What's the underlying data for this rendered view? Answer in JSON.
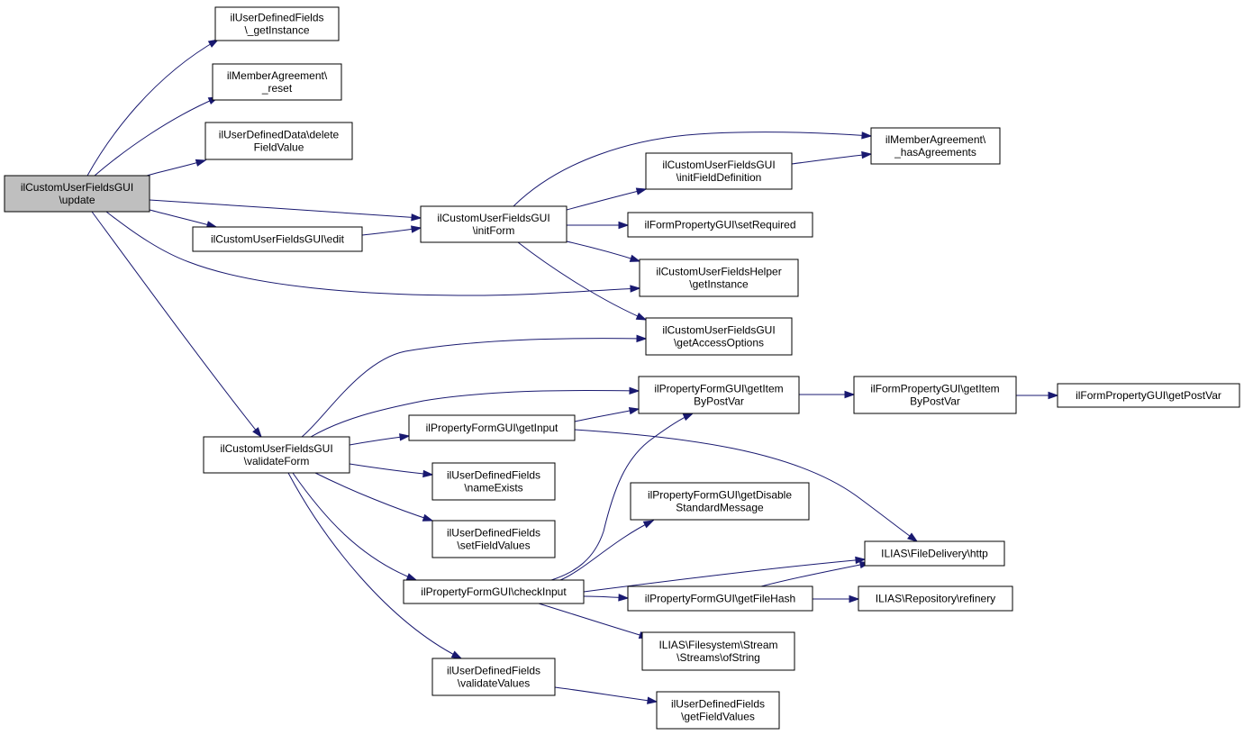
{
  "diagram": {
    "colors": {
      "edge": "#191970",
      "root_fill": "#bfbfbf",
      "node_fill": "#ffffff",
      "node_stroke": "#000000"
    },
    "nodes": {
      "update": {
        "lines": [
          "ilCustomUserFieldsGUI",
          "\\update"
        ],
        "root": true
      },
      "getInstanceUDF": {
        "lines": [
          "ilUserDefinedFields",
          "\\_getInstance"
        ]
      },
      "resetMA": {
        "lines": [
          "ilMemberAgreement\\",
          "_reset"
        ]
      },
      "deleteFieldValue": {
        "lines": [
          "ilUserDefinedData\\delete",
          "FieldValue"
        ]
      },
      "edit": {
        "lines": [
          "ilCustomUserFieldsGUI\\edit"
        ]
      },
      "initForm": {
        "lines": [
          "ilCustomUserFieldsGUI",
          "\\initForm"
        ]
      },
      "initFieldDef": {
        "lines": [
          "ilCustomUserFieldsGUI",
          "\\initFieldDefinition"
        ]
      },
      "hasAgreements": {
        "lines": [
          "ilMemberAgreement\\",
          "_hasAgreements"
        ]
      },
      "setRequired": {
        "lines": [
          "ilFormPropertyGUI\\setRequired"
        ]
      },
      "helperGetInstance": {
        "lines": [
          "ilCustomUserFieldsHelper",
          "\\getInstance"
        ]
      },
      "getAccessOptions": {
        "lines": [
          "ilCustomUserFieldsGUI",
          "\\getAccessOptions"
        ]
      },
      "validateForm": {
        "lines": [
          "ilCustomUserFieldsGUI",
          "\\validateForm"
        ]
      },
      "getItemByPostVar": {
        "lines": [
          "ilPropertyFormGUI\\getItem",
          "ByPostVar"
        ]
      },
      "fpGetItemByPostVar": {
        "lines": [
          "ilFormPropertyGUI\\getItem",
          "ByPostVar"
        ]
      },
      "getPostVar": {
        "lines": [
          "ilFormPropertyGUI\\getPostVar"
        ]
      },
      "getInput": {
        "lines": [
          "ilPropertyFormGUI\\getInput"
        ]
      },
      "nameExists": {
        "lines": [
          "ilUserDefinedFields",
          "\\nameExists"
        ]
      },
      "setFieldValues": {
        "lines": [
          "ilUserDefinedFields",
          "\\setFieldValues"
        ]
      },
      "getDisableStdMsg": {
        "lines": [
          "ilPropertyFormGUI\\getDisable",
          "StandardMessage"
        ]
      },
      "http": {
        "lines": [
          "ILIAS\\FileDelivery\\http"
        ]
      },
      "checkInput": {
        "lines": [
          "ilPropertyFormGUI\\checkInput"
        ]
      },
      "getFileHash": {
        "lines": [
          "ilPropertyFormGUI\\getFileHash"
        ]
      },
      "refinery": {
        "lines": [
          "ILIAS\\Repository\\refinery"
        ]
      },
      "ofString": {
        "lines": [
          "ILIAS\\Filesystem\\Stream",
          "\\Streams\\ofString"
        ]
      },
      "validateValues": {
        "lines": [
          "ilUserDefinedFields",
          "\\validateValues"
        ]
      },
      "getFieldValues": {
        "lines": [
          "ilUserDefinedFields",
          "\\getFieldValues"
        ]
      }
    },
    "edges": [
      [
        "update",
        "getInstanceUDF"
      ],
      [
        "update",
        "resetMA"
      ],
      [
        "update",
        "deleteFieldValue"
      ],
      [
        "update",
        "edit"
      ],
      [
        "update",
        "initForm"
      ],
      [
        "update",
        "helperGetInstance"
      ],
      [
        "update",
        "validateForm"
      ],
      [
        "edit",
        "initForm"
      ],
      [
        "initForm",
        "initFieldDef"
      ],
      [
        "initForm",
        "hasAgreements"
      ],
      [
        "initFieldDef",
        "hasAgreements"
      ],
      [
        "initForm",
        "setRequired"
      ],
      [
        "initForm",
        "helperGetInstance"
      ],
      [
        "initForm",
        "getAccessOptions"
      ],
      [
        "validateForm",
        "getAccessOptions"
      ],
      [
        "validateForm",
        "getItemByPostVar"
      ],
      [
        "validateForm",
        "getInput"
      ],
      [
        "validateForm",
        "nameExists"
      ],
      [
        "validateForm",
        "setFieldValues"
      ],
      [
        "validateForm",
        "checkInput"
      ],
      [
        "validateForm",
        "validateValues"
      ],
      [
        "getInput",
        "getItemByPostVar"
      ],
      [
        "getInput",
        "http"
      ],
      [
        "getItemByPostVar",
        "fpGetItemByPostVar"
      ],
      [
        "fpGetItemByPostVar",
        "getPostVar"
      ],
      [
        "checkInput",
        "getItemByPostVar"
      ],
      [
        "checkInput",
        "getDisableStdMsg"
      ],
      [
        "checkInput",
        "http"
      ],
      [
        "checkInput",
        "getFileHash"
      ],
      [
        "checkInput",
        "ofString"
      ],
      [
        "getFileHash",
        "http"
      ],
      [
        "getFileHash",
        "refinery"
      ],
      [
        "validateValues",
        "getFieldValues"
      ]
    ]
  }
}
